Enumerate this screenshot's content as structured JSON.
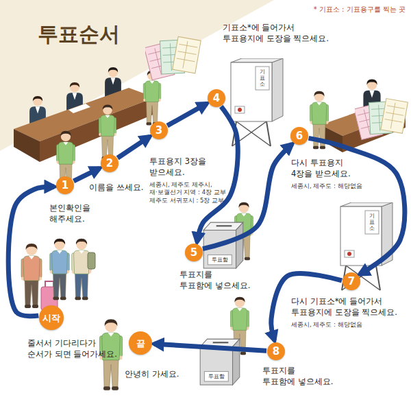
{
  "diagram": {
    "title": "투표순서",
    "nodes": [
      {
        "text": [
          "시작",
          "줄서서 기다리다가 순서가 되면 들어가세요."
        ]
      },
      {
        "text": [
          "1",
          "본인확인을 해주세요."
        ]
      },
      {
        "text": [
          "2",
          "이름을 쓰세요."
        ]
      },
      {
        "text": [
          "3",
          "투표용지 3장을 받으세요.",
          "세종시, 제주도 제주시, 재·보궐선거 지역 : 4장 교부 제주도 서귀포시 : 5장 교부"
        ]
      },
      {
        "text": [
          "4",
          "기표소*에 들어가서 투표용지에 도장을 찍으세요."
        ]
      },
      {
        "text": [
          "5",
          "투표지를 투표함에 넣으세요."
        ]
      },
      {
        "text": [
          "6",
          "다시 투표용지 4장을 받으세요.",
          "세종시, 제주도 : 해당없음"
        ]
      },
      {
        "text": [
          "7",
          "다시 기표소*에 들어가서 투표용지에 도장을 찍으세요.",
          "세종시, 제주도 : 해당없음"
        ]
      },
      {
        "text": [
          "8",
          "투표지를 투표함에 넣으세요."
        ]
      },
      {
        "text": [
          "끝",
          "안녕히 가세요."
        ]
      }
    ],
    "edges": [
      {
        "from": 0,
        "to": 1,
        "arrow": "to"
      },
      {
        "from": 1,
        "to": 2,
        "arrow": "to"
      },
      {
        "from": 2,
        "to": 3,
        "arrow": "to"
      },
      {
        "from": 3,
        "to": 4,
        "arrow": "to"
      },
      {
        "from": 4,
        "to": 5,
        "arrow": "to"
      },
      {
        "from": 5,
        "to": 6,
        "arrow": "to"
      },
      {
        "from": 6,
        "to": 7,
        "arrow": "to"
      },
      {
        "from": 7,
        "to": 8,
        "arrow": "to"
      },
      {
        "from": 8,
        "to": 9,
        "arrow": "to"
      }
    ],
    "labels": [
      "* 기표소 : 기표용구를 찍는 곳",
      "기표소",
      "투표함",
      "기표소",
      "투표함"
    ]
  }
}
